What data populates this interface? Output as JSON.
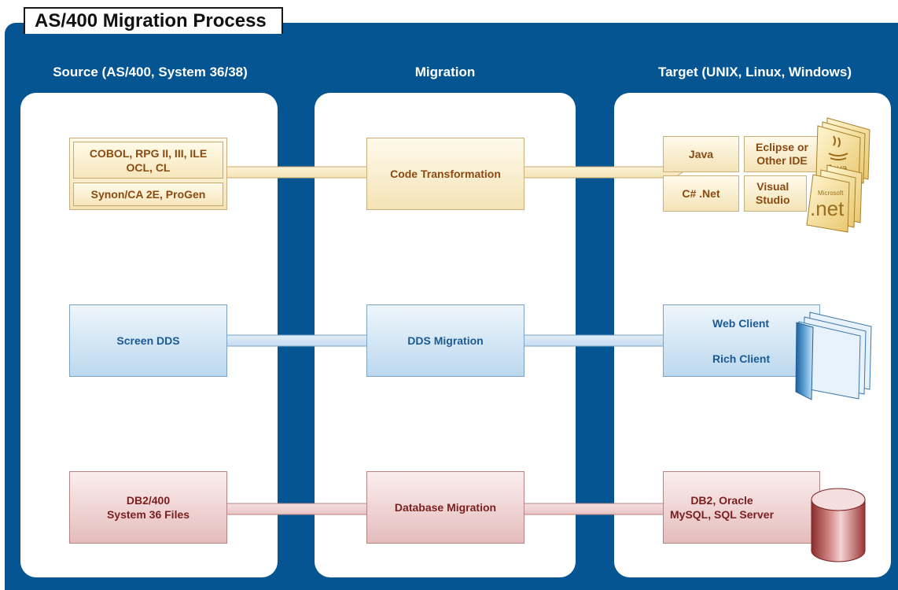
{
  "title": "AS/400 Migration Process",
  "columns": {
    "source": "Source (AS/400, System 36/38)",
    "migration": "Migration",
    "target": "Target (UNIX, Linux, Windows)"
  },
  "rows": {
    "code": {
      "source_lang": "COBOL, RPG II, III, ILE\nOCL, CL",
      "source_tools": "Synon/CA 2E, ProGen",
      "migration": "Code Transformation",
      "target_java": "Java",
      "target_csharp": "C# .Net",
      "target_eclipse": "Eclipse or\nOther IDE",
      "target_vs": "Visual\nStudio",
      "java_logo": "Java",
      "net_logo_small": "Microsoft",
      "net_logo": ".net"
    },
    "screen": {
      "source": "Screen DDS",
      "migration": "DDS Migration",
      "target_web": "Web Client",
      "target_rich": "Rich Client"
    },
    "database": {
      "source": "DB2/400\nSystem 36 Files",
      "migration": "Database Migration",
      "target": "DB2, Oracle\nMySQL, SQL Server"
    }
  },
  "colors": {
    "frame": "#045592",
    "code": "#f4e3b6",
    "screen": "#bcd8ee",
    "database": "#e5bcbc"
  },
  "icons": [
    "java-document-stack-icon",
    "dotnet-document-stack-icon",
    "client-document-stack-icon",
    "database-cylinder-icon"
  ]
}
